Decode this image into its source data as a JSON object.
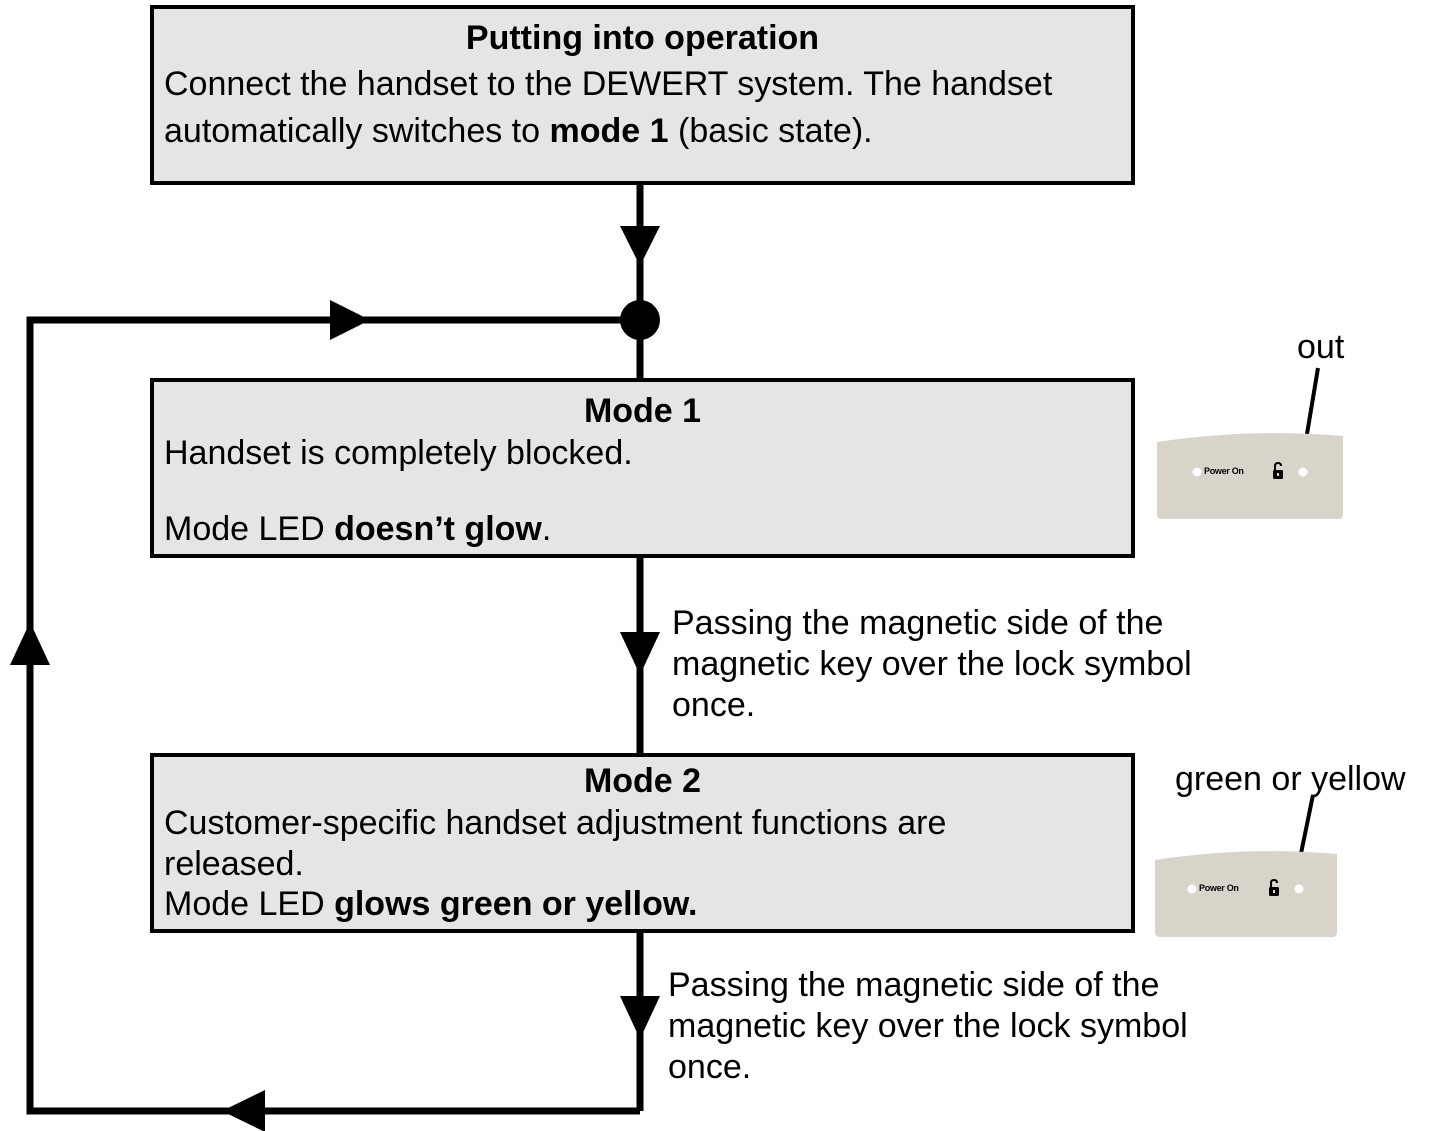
{
  "step_start": {
    "title": "Putting into operation",
    "line1": "Connect the handset to the DEWERT system. The handset",
    "line2_pre": "automatically switches to ",
    "line2_bold": "mode 1",
    "line2_post": " (basic state)."
  },
  "mode1": {
    "title": "Mode 1",
    "line1": "Handset is completely blocked.",
    "led_pre": "Mode LED ",
    "led_bold": "doesn’t glow",
    "led_post": "."
  },
  "mode2": {
    "title": "Mode 2",
    "line1": "Customer-specific handset adjustment functions are",
    "line2": "released.",
    "led_pre": "Mode LED ",
    "led_bold": "glows green or yellow."
  },
  "transition1": {
    "line1": "Passing the magnetic side of the",
    "line2": "magnetic key over the lock symbol",
    "line3": "once."
  },
  "transition2": {
    "line1": "Passing the magnetic side of the",
    "line2": "magnetic key over the lock symbol",
    "line3": "once."
  },
  "panel1": {
    "status_label": "out",
    "power_label": "Power On",
    "lock_icon": "lock-open-icon"
  },
  "panel2": {
    "status_label": "green or yellow",
    "power_label": "Power On",
    "lock_icon": "lock-open-icon"
  },
  "colors": {
    "box_fill": "#e5e5e5",
    "panel_fill": "#d8d4ca",
    "line": "#000000"
  }
}
